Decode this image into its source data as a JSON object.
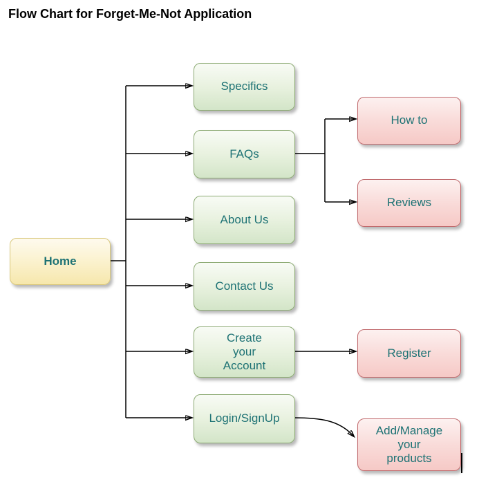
{
  "title": "Flow Chart for Forget-Me-Not Application",
  "colors": {
    "text": "#1d7274",
    "line": "#000000",
    "home_border": "#d9c77b",
    "home_fill_top": "#fefaee",
    "home_fill_mid": "#fbf2cf",
    "home_fill_bottom": "#f6e7ac",
    "green_border": "#8caa73",
    "green_fill_top": "#f8fbf5",
    "green_fill_mid": "#e9f2e0",
    "green_fill_bottom": "#d3e5c8",
    "pink_border": "#c0696c",
    "pink_fill_top": "#fdf1f0",
    "pink_fill_mid": "#f9dcda",
    "pink_fill_bottom": "#f6c9c6"
  },
  "nodes": {
    "home": {
      "label": "Home"
    },
    "specifics": {
      "label": "Specifics"
    },
    "faqs": {
      "label": "FAQs"
    },
    "about": {
      "label": "About Us"
    },
    "contact": {
      "label": "Contact Us"
    },
    "create": {
      "label": "Create\nyour\nAccount"
    },
    "login": {
      "label": "Login/SignUp"
    },
    "howto": {
      "label": "How to"
    },
    "reviews": {
      "label": "Reviews"
    },
    "register": {
      "label": "Register"
    },
    "addmanage": {
      "label": "Add/Manage\nyour\nproducts"
    }
  },
  "edges": [
    {
      "from": "Home",
      "to": "Specifics"
    },
    {
      "from": "Home",
      "to": "FAQs"
    },
    {
      "from": "Home",
      "to": "About Us"
    },
    {
      "from": "Home",
      "to": "Contact Us"
    },
    {
      "from": "Home",
      "to": "Create your Account"
    },
    {
      "from": "Home",
      "to": "Login/SignUp"
    },
    {
      "from": "FAQs",
      "to": "How to"
    },
    {
      "from": "FAQs",
      "to": "Reviews"
    },
    {
      "from": "Create your Account",
      "to": "Register"
    },
    {
      "from": "Login/SignUp",
      "to": "Add/Manage your products"
    }
  ]
}
